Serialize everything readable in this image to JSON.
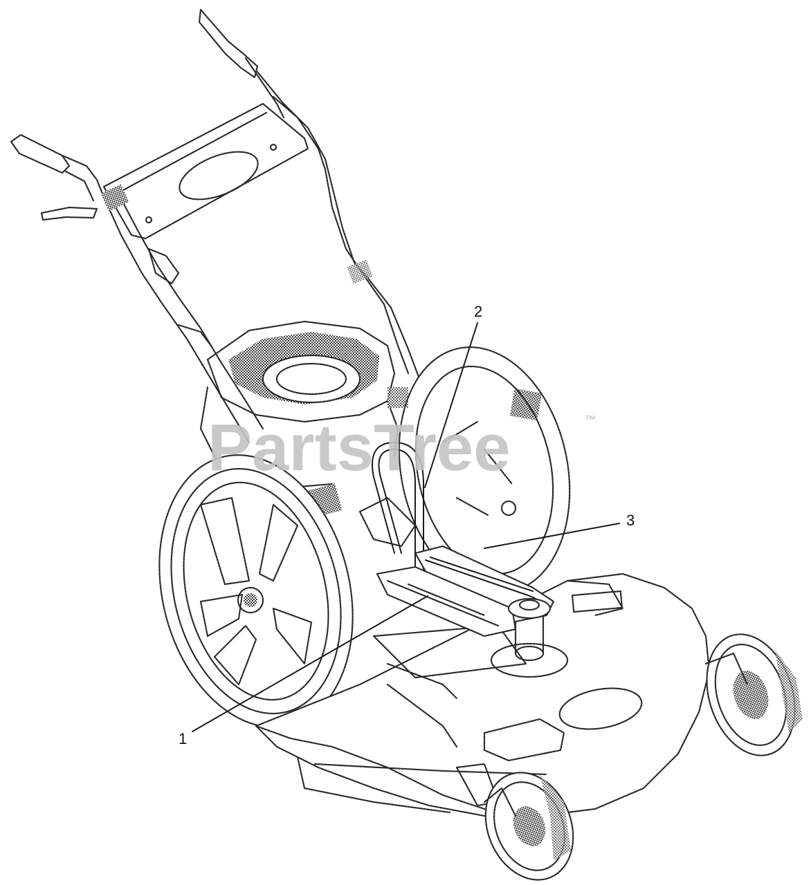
{
  "watermark": {
    "text": "PartsTree",
    "trademark": "™"
  },
  "callouts": [
    {
      "number": "1"
    },
    {
      "number": "2"
    },
    {
      "number": "3"
    }
  ],
  "colors": {
    "line": "#2a2a2a",
    "watermark": "#c4c4c4",
    "background": "#ffffff"
  }
}
